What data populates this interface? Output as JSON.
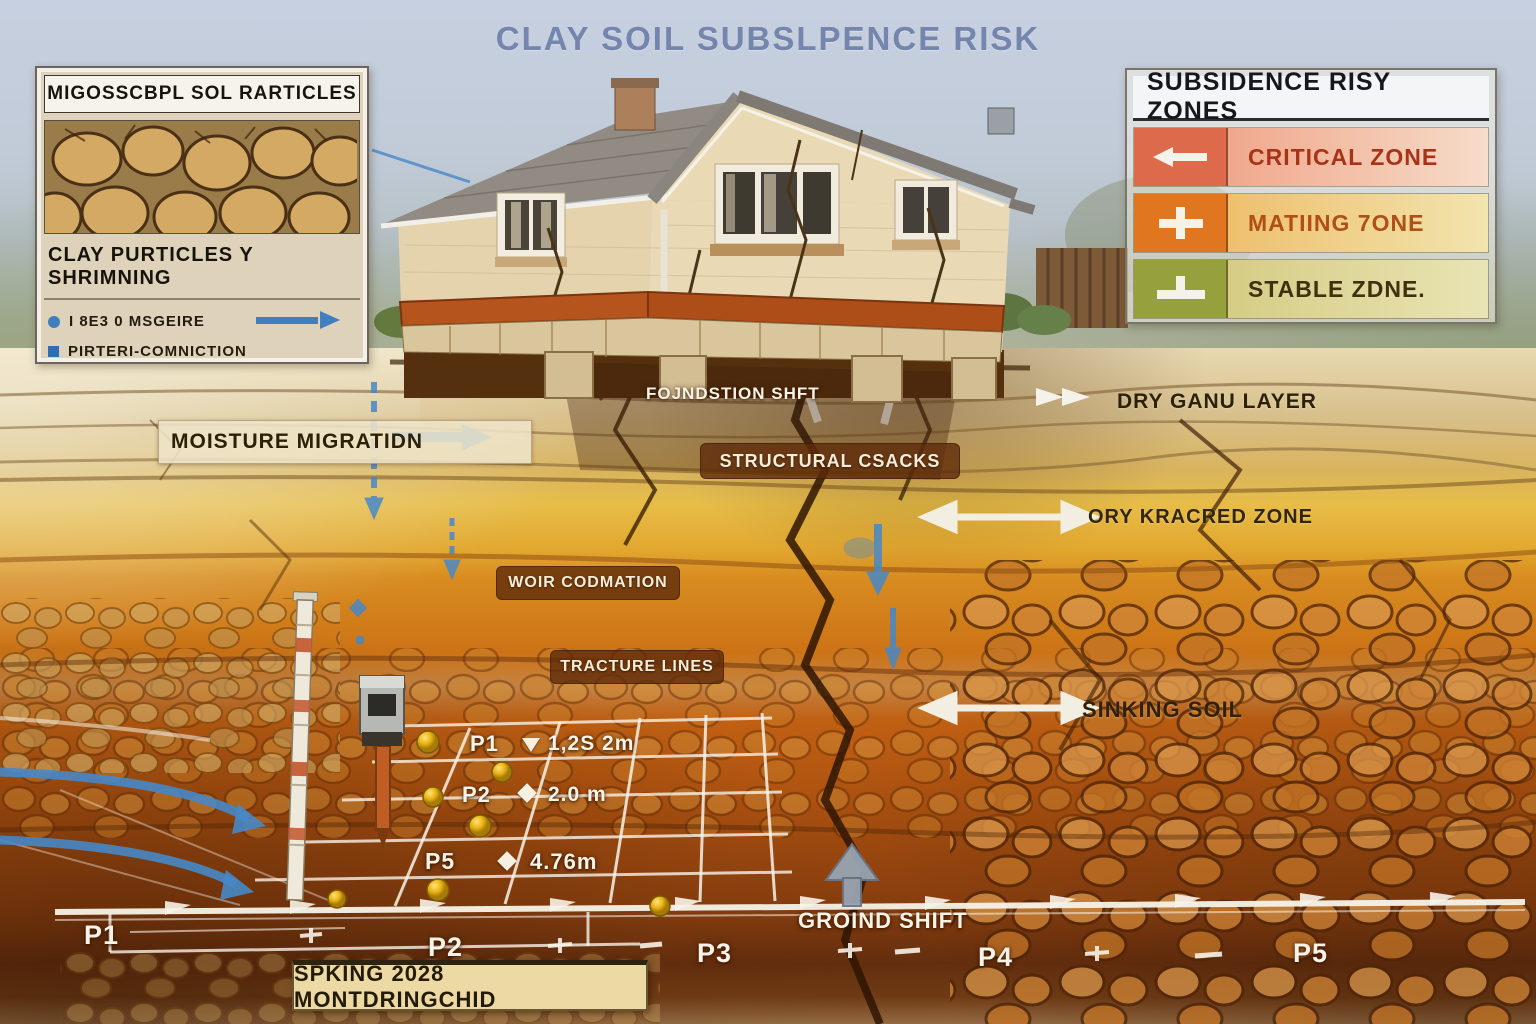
{
  "title": "CLAY SOIL SUBSLPENCE RISK",
  "particles_panel": {
    "header": "MIGOSSCBPL SOL RARTICLES",
    "subheader": "CLAY PURTICLES Y SHRIMNING",
    "bullets": [
      {
        "icon": "blue-dot-icon",
        "label": "I 8E3 0 MSGEIRE"
      },
      {
        "icon": "blue-square-icon",
        "label": "PIRTERI-COMNICTION"
      }
    ]
  },
  "legend_panel": {
    "header": "SUBSIDENCE RISY ZONES",
    "rows": [
      {
        "icon": "arrow-left-icon",
        "label": "CRITICAL ZONE",
        "swatch": "#dd6a4a",
        "text_color": "#a83418"
      },
      {
        "icon": "plus-icon",
        "label": "MATIING 7ONE",
        "swatch": "#e0761f",
        "text_color": "#b04f16"
      },
      {
        "icon": "plus-icon",
        "label": "STABLE ZDNE.",
        "swatch": "#96a03c",
        "text_color": "#3f3010"
      }
    ]
  },
  "labels": {
    "foundation_shift": "FOJNDSTION SHFT",
    "dry_clay_layer": "DRY GANU LAYER",
    "moisture_migration": "MOISTURE MIGRATIDN",
    "structural_cracks": "STRUCTURAL CSACKS",
    "dry_cracked_zone": "ORY KRACRED ZONE",
    "void_formation": "WOIR CODMATION",
    "fracture_lines": "TRACTURE LINES",
    "sinking_soil": "SINKING SOIL",
    "ground_shift": "GROIND SHIFT"
  },
  "monitoring": {
    "points": [
      {
        "id": "P1",
        "icon": "triangle-down-icon",
        "value": "1,2S 2m"
      },
      {
        "id": "P2",
        "icon": "diamond-icon",
        "value": "2.0 m"
      },
      {
        "id": "P5",
        "icon": "diamond-icon",
        "value": "4.76m"
      }
    ],
    "axis": [
      "P1",
      "P2",
      "P3",
      "P4",
      "P5"
    ],
    "caption": "SPKING 2028 MONTDRINGCHID"
  },
  "colors": {
    "arrow_blue": "#4788c8",
    "marker_yellow": "#f0c020",
    "critical_red": "#dd6a4a",
    "warning_orange": "#e0761f",
    "stable_green": "#96a03c",
    "title_blue": "#5f74a0"
  }
}
